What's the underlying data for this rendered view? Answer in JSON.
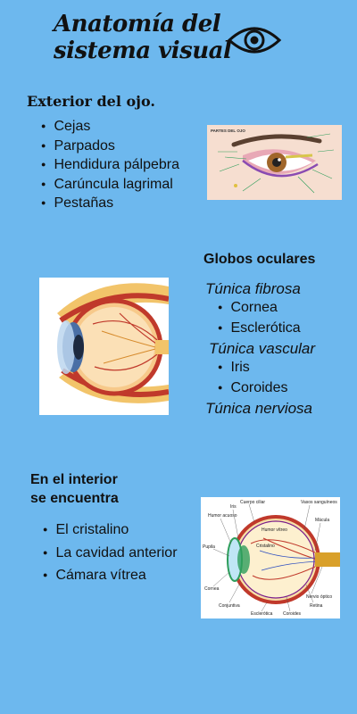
{
  "title": {
    "line1": "Anatomía del",
    "line2": "sistema visual"
  },
  "exterior": {
    "heading": "Exterior del ojo.",
    "items": [
      "Cejas",
      "Parpados",
      "Hendidura pálpebra",
      "Carúncula lagrimal",
      "Pestañas"
    ],
    "image_title": "PARTES DEL OJO"
  },
  "globos": {
    "heading": "Globos oculares",
    "fibrosa": {
      "title": "Túnica fibrosa",
      "items": [
        "Cornea",
        "Esclerótica"
      ]
    },
    "vascular": {
      "title": "Túnica vascular",
      "items": [
        "Iris",
        "Coroides"
      ]
    },
    "nerviosa": {
      "title": "Túnica nerviosa"
    }
  },
  "interior": {
    "heading_line1": "En el interior",
    "heading_line2": "se encuentra",
    "items": [
      "El cristalino",
      "La cavidad anterior",
      "Cámara vítrea"
    ],
    "labels": {
      "cuerpo_ciliar": "Cuerpo ciliar",
      "vasos": "Vasos sanguíneos",
      "humor_acuoso": "Humor acuoso",
      "iris": "Iris",
      "macula": "Mácula",
      "humor_vitreo": "Humor vítreo",
      "pupila": "Pupila",
      "cristalino": "Cristalino",
      "cornea": "Cornea",
      "nervio": "Nervio óptico",
      "retina": "Retina",
      "conjuntiva": "Conjuntiva",
      "esclerotica": "Esclerótica",
      "coroides": "Coroides"
    }
  },
  "colors": {
    "background": "#6db8ee",
    "iris_brown": "#a0662a",
    "sclera_red": "#c0392b",
    "lens_green": "#2e9e5b"
  }
}
